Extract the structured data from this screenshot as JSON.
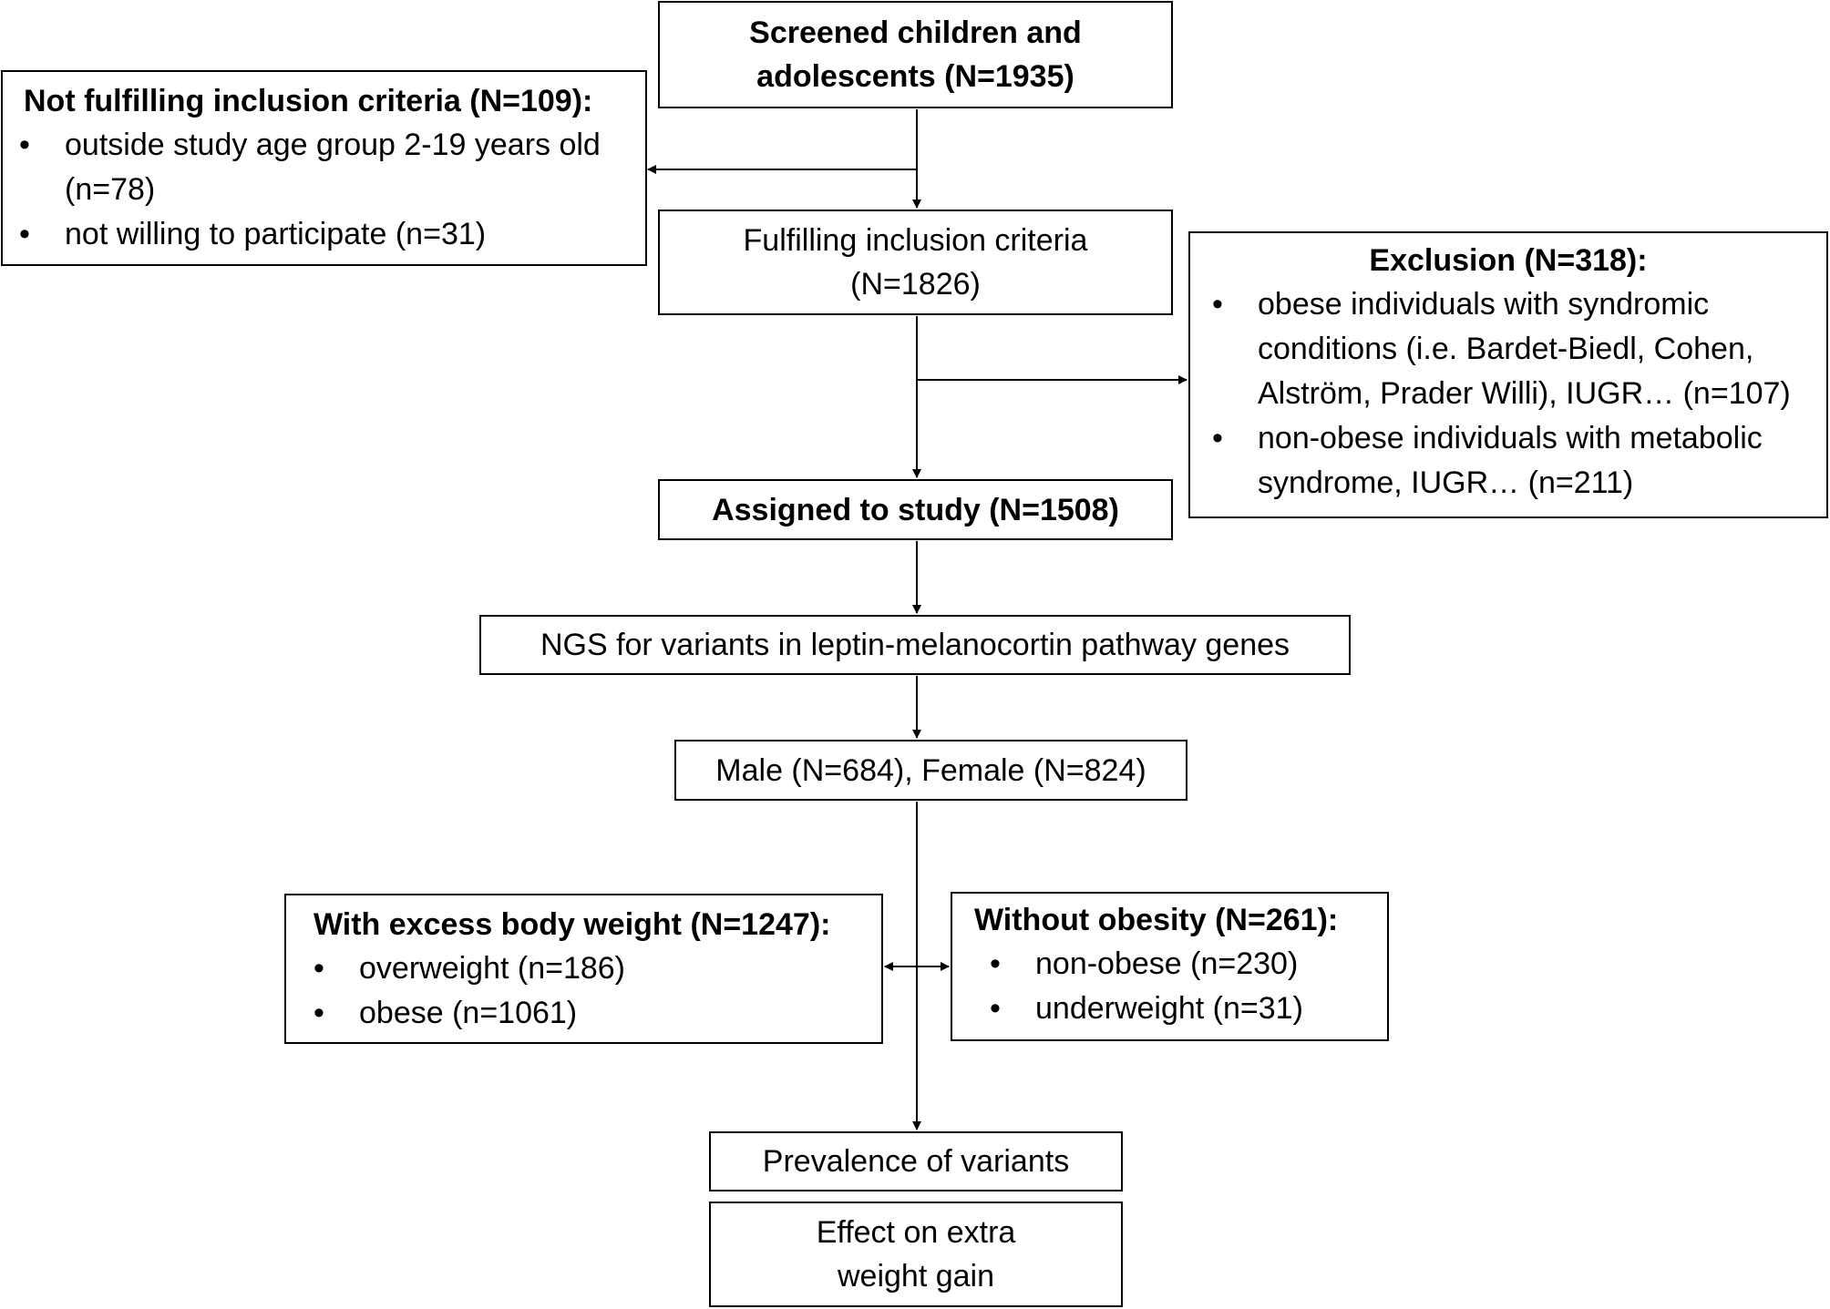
{
  "nodes": {
    "screened": {
      "lines": [
        "Screened children and",
        "adolescents (N=1935)"
      ]
    },
    "not_fulfilling": {
      "title": "Not fulfilling inclusion criteria (N=109):",
      "items": [
        "outside study age group 2-19 years old (n=78)",
        "not willing to participate (n=31)"
      ]
    },
    "fulfilling": {
      "lines": [
        "Fulfilling inclusion criteria",
        "(N=1826)"
      ]
    },
    "exclusion": {
      "title": "Exclusion (N=318):",
      "items": [
        "obese individuals with syndromic conditions (i.e. Bardet-Biedl, Cohen, Alström, Prader Willi), IUGR… (n=107)",
        "non-obese individuals with metabolic syndrome, IUGR… (n=211)"
      ]
    },
    "assigned": {
      "label": "Assigned to study (N=1508)"
    },
    "ngs": {
      "label": "NGS for variants in leptin-melanocortin pathway genes"
    },
    "sex": {
      "label": "Male (N=684), Female (N=824)"
    },
    "excess": {
      "title": "With excess body weight (N=1247):",
      "items": [
        "overweight (n=186)",
        "obese (n=1061)"
      ]
    },
    "without": {
      "title": "Without obesity (N=261):",
      "items": [
        "non-obese (n=230)",
        "underweight (n=31)"
      ]
    },
    "prevalence": {
      "label": "Prevalence of variants"
    },
    "effect": {
      "lines": [
        "Effect on extra",
        "weight gain"
      ]
    }
  }
}
